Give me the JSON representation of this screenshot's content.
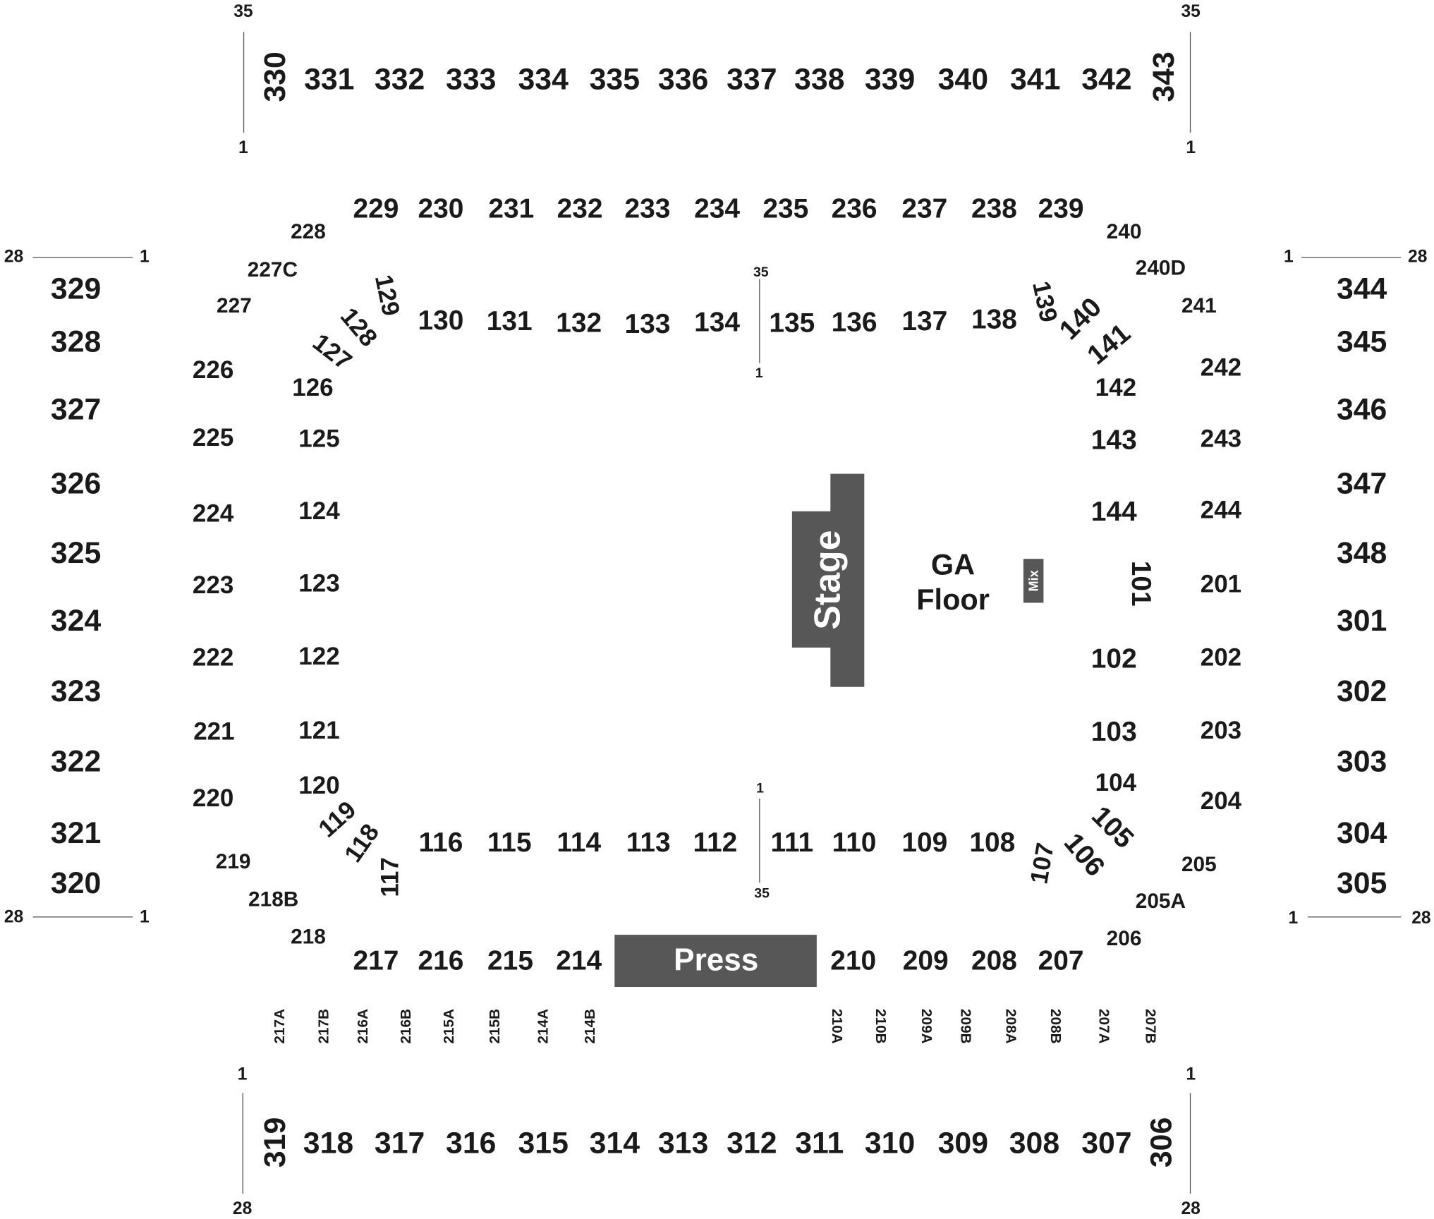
{
  "venue": {
    "stage_label": "Stage",
    "press_label": "Press",
    "mix_label": "Mix",
    "ga_line1": "GA",
    "ga_line2": "Floor",
    "colors": {
      "block": "#575757",
      "text": "#1a1a1a",
      "background": "#ffffff"
    }
  },
  "row_markers": {
    "top_left_top": "35",
    "top_left_bottom": "1",
    "top_right_top": "35",
    "top_right_bottom": "1",
    "bottom_left_top": "1",
    "bottom_left_bottom": "28",
    "bottom_right_top": "1",
    "bottom_right_bottom": "28",
    "left_upper_start": "28",
    "left_upper_end": "1",
    "left_lower_start": "28",
    "left_lower_end": "1",
    "right_upper_start": "1",
    "right_upper_end": "28",
    "right_lower_start": "1",
    "right_lower_end": "28",
    "floor_top_start": "35",
    "floor_top_end": "1",
    "floor_bottom_start": "1",
    "floor_bottom_end": "35"
  },
  "sections": {
    "upper_top": [
      "330",
      "331",
      "332",
      "333",
      "334",
      "335",
      "336",
      "337",
      "338",
      "339",
      "340",
      "341",
      "342",
      "343"
    ],
    "upper_bottom": [
      "319",
      "318",
      "317",
      "316",
      "315",
      "314",
      "313",
      "312",
      "311",
      "310",
      "309",
      "308",
      "307",
      "306"
    ],
    "upper_left": [
      "329",
      "328",
      "327",
      "326",
      "325",
      "324",
      "323",
      "322",
      "321",
      "320"
    ],
    "upper_right": [
      "344",
      "345",
      "346",
      "347",
      "348",
      "301",
      "302",
      "303",
      "304",
      "305"
    ],
    "mid_top": [
      "229",
      "230",
      "231",
      "232",
      "233",
      "234",
      "235",
      "236",
      "237",
      "238",
      "239"
    ],
    "mid_corner_top_left": [
      "228",
      "227C",
      "227"
    ],
    "mid_corner_top_right": [
      "240",
      "240D",
      "241"
    ],
    "mid_left": [
      "226",
      "225",
      "224",
      "223",
      "222",
      "221",
      "220"
    ],
    "mid_corner_bottom_left": [
      "219",
      "218B",
      "218"
    ],
    "mid_right": [
      "242",
      "243",
      "244",
      "201",
      "202",
      "203",
      "204"
    ],
    "mid_corner_bottom_right": [
      "205",
      "205A",
      "206"
    ],
    "mid_bottom": [
      "217",
      "216",
      "215",
      "214",
      "210",
      "209",
      "208",
      "207"
    ],
    "mid_bottom_sub": [
      "217A",
      "217B",
      "216A",
      "216B",
      "215A",
      "215B",
      "214A",
      "214B",
      "210A",
      "210B",
      "209A",
      "209B",
      "208A",
      "208B",
      "207A",
      "207B"
    ],
    "lower_top": [
      "130",
      "131",
      "132",
      "133",
      "134",
      "135",
      "136",
      "137",
      "138"
    ],
    "lower_top_left_corner": [
      "129",
      "128",
      "127",
      "126"
    ],
    "lower_top_right_corner": [
      "139",
      "140",
      "141",
      "142"
    ],
    "lower_left": [
      "125",
      "124",
      "123",
      "122",
      "121",
      "120"
    ],
    "lower_bottom_left_corner": [
      "119",
      "118",
      "117"
    ],
    "lower_bottom": [
      "116",
      "115",
      "114",
      "113",
      "112",
      "111",
      "110",
      "109",
      "108"
    ],
    "lower_bottom_right_corner": [
      "107",
      "106",
      "105",
      "104"
    ],
    "lower_right": [
      "143",
      "144",
      "101",
      "102",
      "103"
    ]
  }
}
